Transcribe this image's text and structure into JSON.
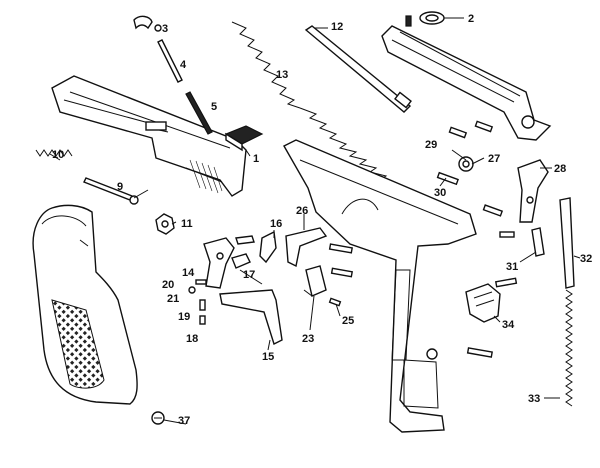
{
  "diagram": {
    "labels": {
      "l1": "1",
      "l2": "2",
      "l3": "3",
      "l4": "4",
      "l5": "5",
      "l9": "9",
      "l10": "10",
      "l11": "11",
      "l12": "12",
      "l13": "13",
      "l14": "14",
      "l15": "15",
      "l16": "16",
      "l17": "17",
      "l18": "18",
      "l19": "19",
      "l20": "20",
      "l21": "21",
      "l23": "23",
      "l25": "25",
      "l26": "26",
      "l27": "27",
      "l28": "28",
      "l29": "29",
      "l30": "30",
      "l31": "31",
      "l32": "32",
      "l33": "33",
      "l34": "34",
      "l37": "37"
    }
  }
}
